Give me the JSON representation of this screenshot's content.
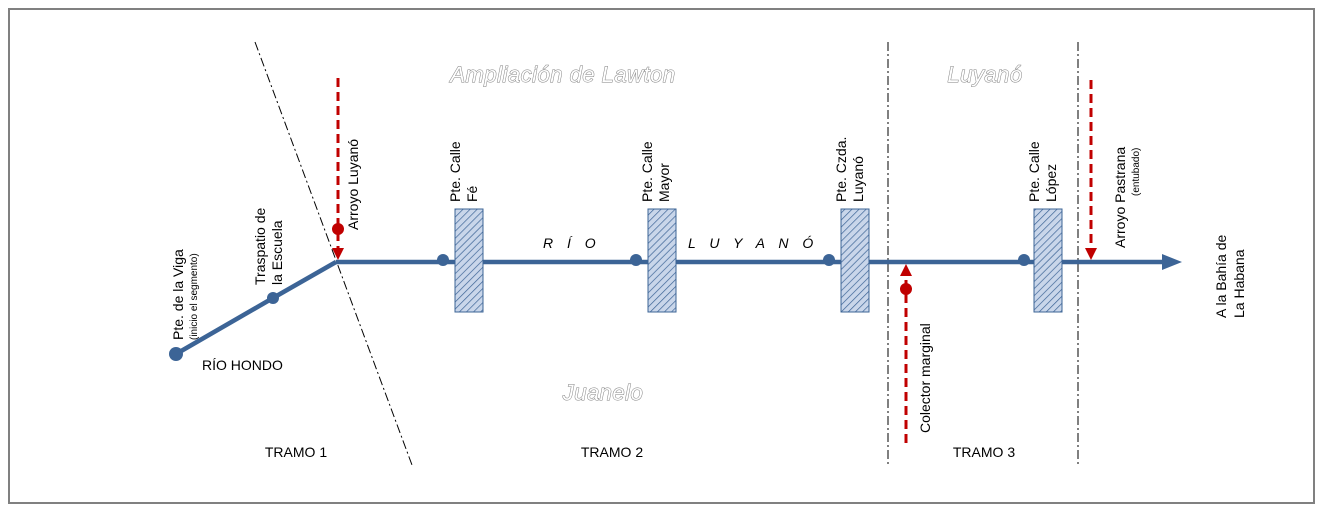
{
  "areas": {
    "north": "Ampliación de Lawton",
    "north_right": "Luyanó",
    "south": "Juanelo"
  },
  "river": {
    "name_upper": "RÍO HONDO",
    "name_main_1": "R Í O",
    "name_main_2": "L U Y A N Ó",
    "destination_line1": "A la Bahía de",
    "destination_line2": "La Habana"
  },
  "points": {
    "viga_line1": "Pte. de la Viga",
    "viga_line2": "(inicio el segmento)",
    "escuela_line1": "Traspatio de",
    "escuela_line2": "la Escuela",
    "fe_line1": "Pte. Calle",
    "fe_line2": "Fé",
    "mayor_line1": "Pte. Calle",
    "mayor_line2": "Mayor",
    "czda_line1": "Pte. Czda.",
    "czda_line2": "Luyanó",
    "lopez_line1": "Pte. Calle",
    "lopez_line2": "López"
  },
  "tributaries": {
    "arroyo_luyano": "Arroyo Luyanó",
    "colector": "Colector marginal",
    "pastrana_line1": "Arroyo Pastrana",
    "pastrana_line2": "(entubado)"
  },
  "tramos": {
    "t1": "TRAMO 1",
    "t2": "TRAMO 2",
    "t3": "TRAMO 3"
  },
  "colors": {
    "river": "#3c6496",
    "tributary": "#c00000",
    "bridge_fill": "#b8c8e0",
    "border": "#808080"
  }
}
